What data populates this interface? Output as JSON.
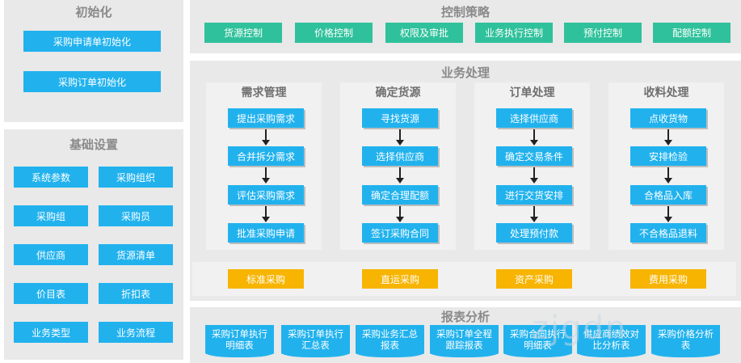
{
  "init": {
    "title": "初始化",
    "buttons": [
      "采购申请单初始化",
      "采购订单初始化"
    ]
  },
  "basic": {
    "title": "基础设置",
    "buttons": [
      [
        "系统参数",
        "采购组织"
      ],
      [
        "采购组",
        "采购员"
      ],
      [
        "供应商",
        "货源清单"
      ],
      [
        "价目表",
        "折扣表"
      ],
      [
        "业务类型",
        "业务流程"
      ]
    ]
  },
  "strategy": {
    "title": "控制策略",
    "buttons": [
      "货源控制",
      "价格控制",
      "权限及审批",
      "业务执行控制",
      "预付控制",
      "配额控制"
    ]
  },
  "business": {
    "title": "业务处理",
    "columns": [
      {
        "title": "需求管理",
        "steps": [
          "提出采购需求",
          "合并拆分需求",
          "评估采购需求",
          "批准采购申请"
        ]
      },
      {
        "title": "确定货源",
        "steps": [
          "寻找货源",
          "选择供应商",
          "确定合理配额",
          "签订采购合同"
        ]
      },
      {
        "title": "订单处理",
        "steps": [
          "选择供应商",
          "确定交易条件",
          "进行交货安排",
          "处理预付款"
        ]
      },
      {
        "title": "收料处理",
        "steps": [
          "点收货物",
          "安排检验",
          "合格品入库",
          "不合格品退料"
        ]
      }
    ],
    "types": [
      "标准采购",
      "直运采购",
      "资产采购",
      "费用采购"
    ]
  },
  "reports": {
    "title": "报表分析",
    "items": [
      "采购订单执行\n明细表",
      "采购订单执行\n汇总表",
      "采购业务汇总\n报表",
      "采购订单全程\n跟踪报表",
      "采购合同执行\n明细表",
      "供应商绩效对\n比分析表",
      "采购价格分析\n表"
    ]
  },
  "watermark": "zjgdn",
  "colors": {
    "panel": "#e9e9e9",
    "blue": "#21b2ee",
    "green": "#2fc19b",
    "gold": "#f7b400",
    "title_gray": "#8a8a8a"
  }
}
